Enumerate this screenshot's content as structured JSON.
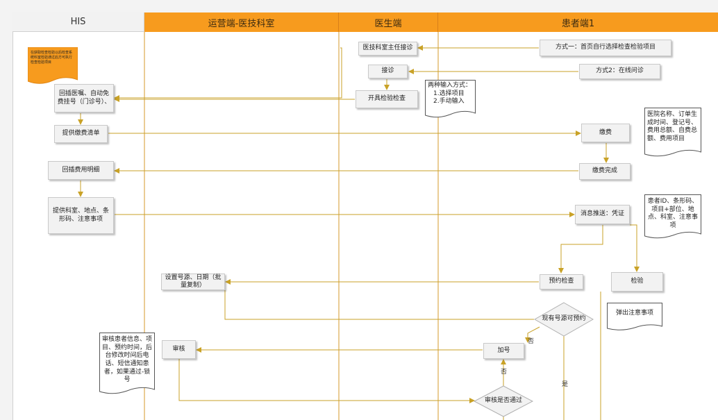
{
  "lanes": {
    "his": "HIS",
    "ops": "运营端-医技科室",
    "doctor": "医生端",
    "patient": "患者端1"
  },
  "nodes": {
    "method1": "方式一：首页自行选择检查检验项目",
    "director": "医技科室主任接诊",
    "method2": "方式2：在线问诊",
    "consult": "接诊",
    "prescribe": "开具检验检查",
    "callback_order": "回插医嘱、自动免费挂号（门诊号）、",
    "bill_list": "提供缴费清单",
    "pay": "缴费",
    "callback_fee": "回插费用明细",
    "pay_done": "缴费完成",
    "provide_info": "提供科室、地点、条形码、注意事项",
    "push_msg": "消息推送：凭证",
    "set_slots": "设置号源、日期（批量复制）",
    "book_exam": "预约检查",
    "exam": "检验",
    "audit": "审核",
    "add_slot": "加号"
  },
  "docs": {
    "his_note": "在获取检查检验以后检查系统科室检验通过后方可执行检查检验项目",
    "input_methods": [
      "两种输入方式：",
      "1.选择项目",
      "2.手动输入"
    ],
    "fee_fields": "医院名称、订单生成时间、登记号、费用总额、自费总额、费用项目",
    "voucher_fields": "患者ID、条形码、项目+部位、地点、科室、注意事项",
    "notice_popup": "弹出注意事项",
    "audit_note": "审核患者信息、项目、预约时间，后台修改时间后电话、短信通知患者，如果通过-锁号"
  },
  "decisions": {
    "has_slots": "现有号源可预约",
    "audit_pass": "审核是否通过"
  },
  "edge_labels": {
    "no1": "否",
    "no2": "否",
    "yes": "是"
  },
  "colors": {
    "lane_orange": "#f79b1e",
    "connector": "#c9a227",
    "lane_line": "#d49a2a"
  }
}
